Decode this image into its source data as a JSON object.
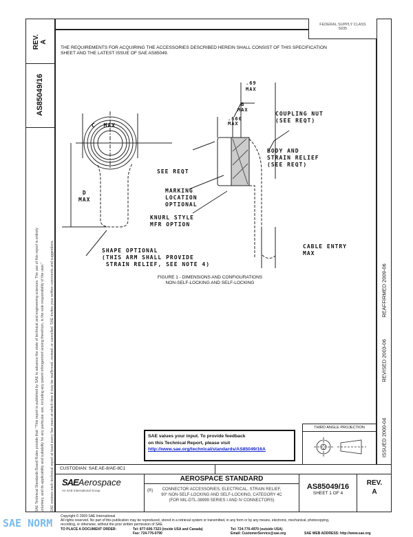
{
  "side_tab": {
    "rev_label": "REV.",
    "rev_value": "A",
    "doc_number": "AS85049/16"
  },
  "federal_supply_class": {
    "label": "FEDERAL SUPPLY CLASS",
    "value": "5935"
  },
  "intro_text": "THE REQUIREMENTS FOR ACQUIRING THE ACCESSORIES DESCRIBED HEREIN SHALL CONSIST OF THIS SPECIFICATION SHEET AND THE LATEST ISSUE OF SAE AS85049.",
  "drawing": {
    "dim_69": ".69",
    "dim_69_max": "MAX",
    "dim_b": "B",
    "dim_b_max": "MAX",
    "dim_660": ".660",
    "dim_660_max": "MAX",
    "c_max": "C  MAX",
    "d": "D",
    "d_max": "MAX",
    "coupling_nut": "COUPLING NUT\n(SEE REQT)",
    "see_reqt": "SEE REQT",
    "body_strain": "BODY AND\nSTRAIN RELIEF\n(SEE REQT)",
    "marking": "MARKING\nLOCATION\nOPTIONAL",
    "knurl": "KNURL STYLE\nMFR OPTION",
    "shape_optional": "SHAPE OPTIONAL\n(THIS ARM SHALL PROVIDE\n STRAIN RELIEF, SEE NOTE 4)",
    "cable_entry": "CABLE ENTRY\nMAX"
  },
  "figure_caption": {
    "line1": "FIGURE 1 - DIMENSIONS AND CONFIGURATIONS",
    "line2": "NON-SELF-LOCKING AND SELF-LOCKING"
  },
  "right_strip": {
    "issued": "ISSUED 2000-04",
    "revised": "REVISED 2003-06",
    "reaffirmed": "REAFFIRMED 2009-06"
  },
  "left_disclaimer": {
    "line1": "SAE Technical Standards Board Rules provide that: \"This report is published by SAE to advance the state of technical and engineering sciences. The use of this report is entirely",
    "line2": "voluntary, and its applicability and suitability for any particular use, including any patent infringement arising therefrom, is the sole responsibility of the user.\"",
    "line3": "SAE reviews each technical report at least every five years at which time it may be reaffirmed, revised, or cancelled. SAE invites your written comments and suggestions."
  },
  "feedback": {
    "line1": "SAE values your input. To provide feedback",
    "line2": "on this Technical Report, please visit",
    "link": "http://www.sae.org/technical/standards/AS85049/16A"
  },
  "third_angle": {
    "label": "THIRD ANGLE PROJECTION"
  },
  "title_block": {
    "custodian": "CUSTODIAN:  SAE AE-8/AE-8C1",
    "logo_sae": "SAE",
    "logo_aerospace": "Aerospace",
    "logo_sub": "An SAE International Group",
    "standard_type": "AEROSPACE STANDARD",
    "r_mark": "(R)",
    "title_line1": "CONNECTOR ACCESSORIES, ELECTRICAL, STRAIN RELIEF,",
    "title_line2": "90° NON-SELF-LOCKING AND SELF-LOCKING, CATEGORY 4C",
    "title_line3": "(FOR MIL-DTL-38999 SERIES I AND IV CONNECTORS)",
    "doc_number": "AS85049/16",
    "sheet": "SHEET 1 OF 4",
    "rev_label": "REV.",
    "rev_value": "A"
  },
  "footer": {
    "copyright": "Copyright © 2009 SAE International",
    "rights": "All rights reserved. No part of this publication may be reproduced, stored in a retrieval system or transmitted, in any form or by any means, electronic, mechanical, photocopying,",
    "rights2": "recording, or otherwise, without the prior written permission of SAE.",
    "order_label": "TO PLACE A DOCUMENT ORDER:",
    "tel_us": "Tel:  877-606-7323 (inside USA and Canada)",
    "fax": "Fax:  724-776-0790",
    "tel_out": "Tel:  724-776-4970 (outside USA)",
    "email": "Email:  CustomerService@sae.org",
    "web": "SAE WEB ADDRESS:  http://www.sae.org"
  },
  "watermark": {
    "text": "SAE NORM",
    "color": "#5aa9e6"
  }
}
